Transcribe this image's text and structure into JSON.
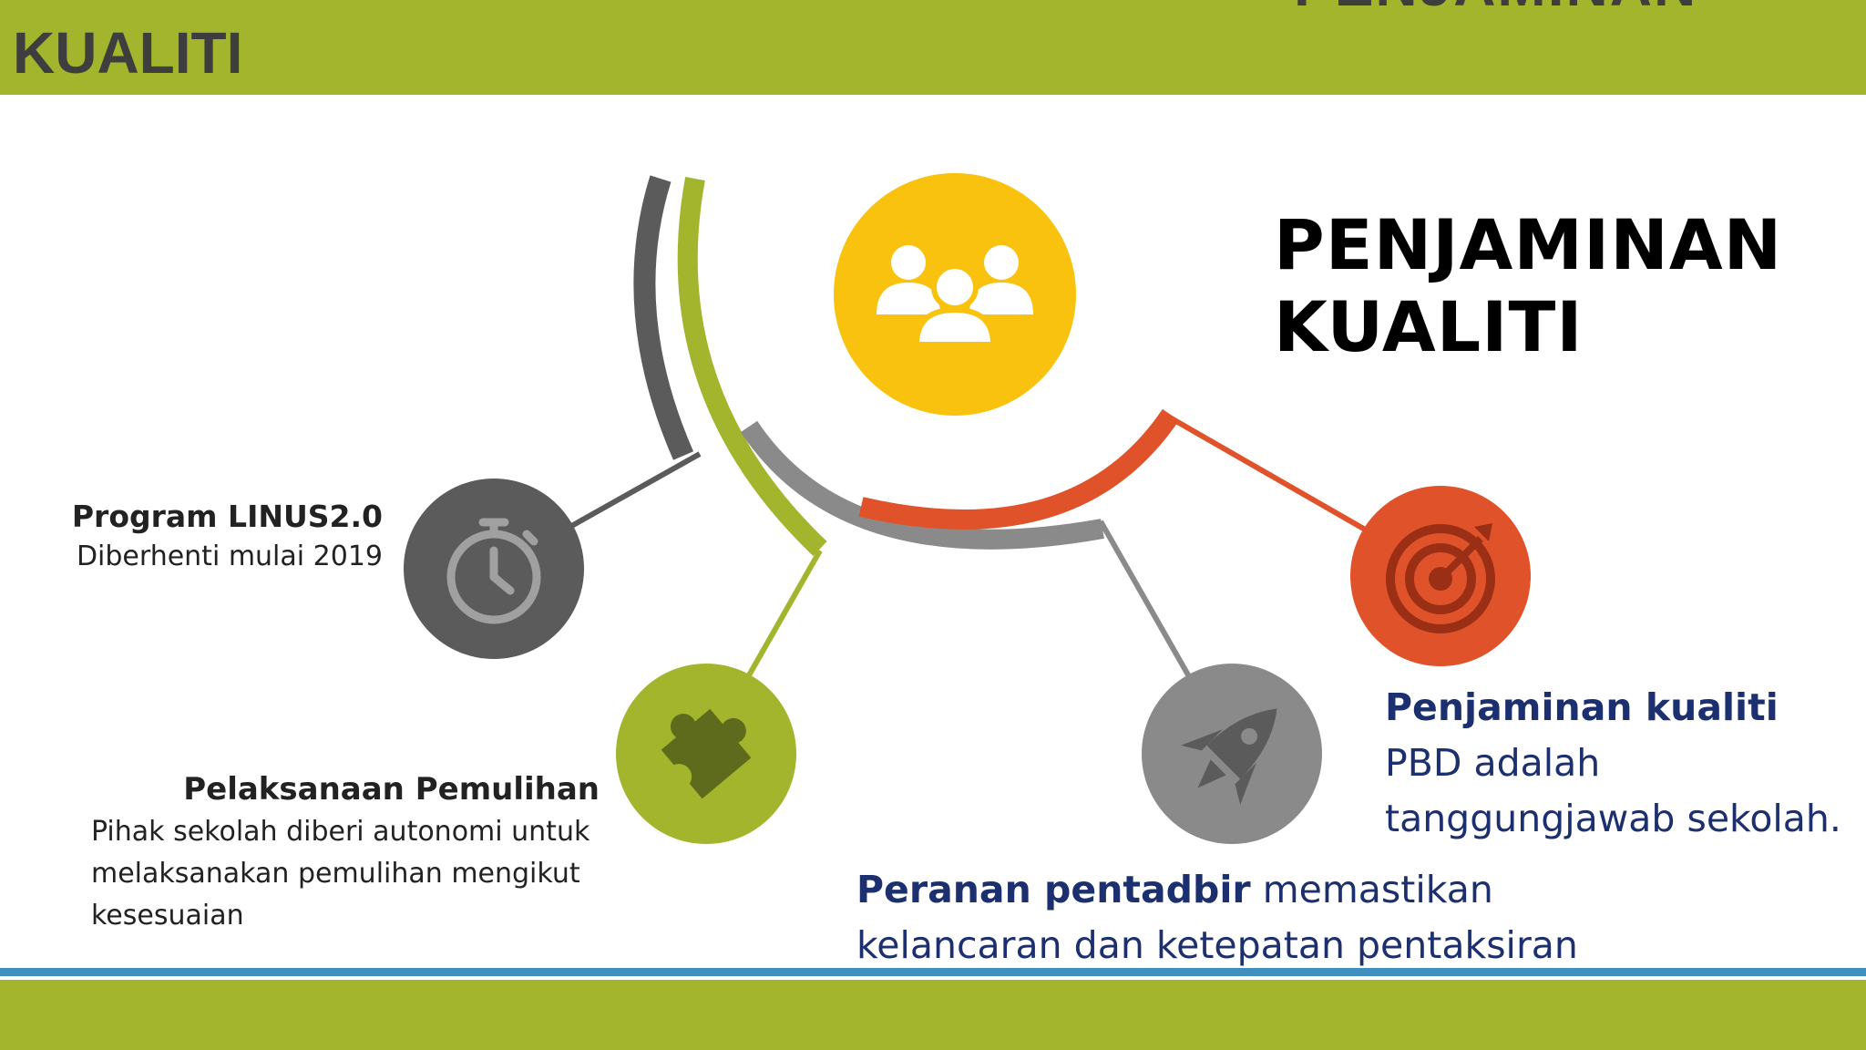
{
  "header": {
    "title": "KUALITI",
    "clipped_title": "PENJAMINAN"
  },
  "main_title": {
    "line1": "PENJAMINAN",
    "line2": "KUALITI"
  },
  "items": {
    "linus": {
      "heading": "Program LINUS2.0",
      "body": "Diberhenti mulai 2019"
    },
    "pemulihan": {
      "heading": "Pelaksanaan Pemulihan",
      "body": "Pihak sekolah diberi autonomi untuk melaksanakan pemulihan mengikut kesesuaian"
    },
    "pbd": {
      "bold": "Penjaminan kualiti",
      "rest": " PBD adalah tanggungjawab sekolah."
    },
    "pentadbir": {
      "bold": "Peranan pentadbir",
      "rest": " memastikan kelancaran dan ketepatan pentaksiran"
    }
  },
  "icons": {
    "center": "users-group-icon",
    "stopwatch": "stopwatch-icon",
    "puzzle": "puzzle-piece-icon",
    "rocket": "rocket-icon",
    "target": "target-icon"
  },
  "colors": {
    "bar_green": "#a2b52c",
    "bar_blue": "#3f8fbf",
    "yellow": "#f9c20e",
    "dark_gray": "#5b5b5b",
    "mid_gray": "#8a8a8a",
    "green": "#a2b52c",
    "orange": "#e0532a",
    "navy_text": "#1c2f6e"
  }
}
